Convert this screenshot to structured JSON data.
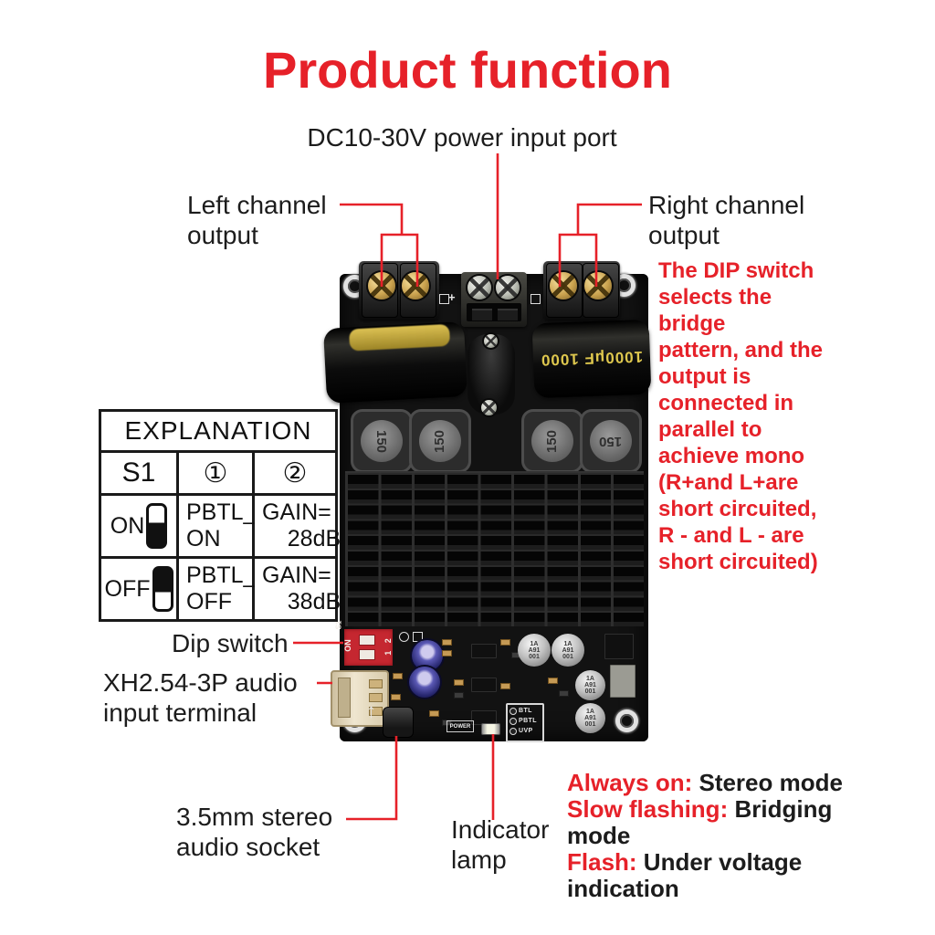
{
  "title": "Product function",
  "colors": {
    "accent_red": "#e62129",
    "text_black": "#1c1c1c",
    "pcb_black": "#121212"
  },
  "annotations": {
    "power": "DC10-30V power input port",
    "left_channel": "Left channel\noutput",
    "right_channel": "Right channel\noutput",
    "dip_note": "The DIP switch\nselects the bridge\npattern, and the\noutput is\nconnected in\nparallel to\nachieve mono\n(R+and L+are\nshort circuited,\nR - and L - are\nshort circuited)",
    "dip_switch": "Dip switch",
    "audio_terminal": "XH2.54-3P audio\ninput terminal",
    "audio_socket": "3.5mm stereo\naudio socket",
    "indicator": "Indicator\nlamp"
  },
  "table": {
    "header": "EXPLANATION",
    "columns": [
      "S1",
      "①",
      "②"
    ],
    "rows": [
      {
        "state": "ON",
        "mode": "PBTL_\nON",
        "gain": "GAIN=\n    28dB"
      },
      {
        "state": "OFF",
        "mode": "PBTL_\nOFF",
        "gain": "GAIN=\n    38dB"
      }
    ]
  },
  "status": {
    "lines": [
      {
        "label": "Always on:",
        "text": " Stereo mode"
      },
      {
        "label": "Slow flashing:",
        "text": " Bridging\nmode"
      },
      {
        "label": "Flash:",
        "text": " Under voltage\nindication"
      }
    ]
  },
  "board": {
    "cap_label": "1000μF 1000",
    "inductor_label": "150",
    "dip_on": "ON",
    "dip_numbers": "1 2",
    "s1_label": "S1",
    "plus_label": "+",
    "power_label": "POWER",
    "mode_labels": [
      "BTL",
      "PBTL",
      "UVP"
    ],
    "cap_small_label": "1A\nA91\n001",
    "arrow_glyph": "↑"
  }
}
